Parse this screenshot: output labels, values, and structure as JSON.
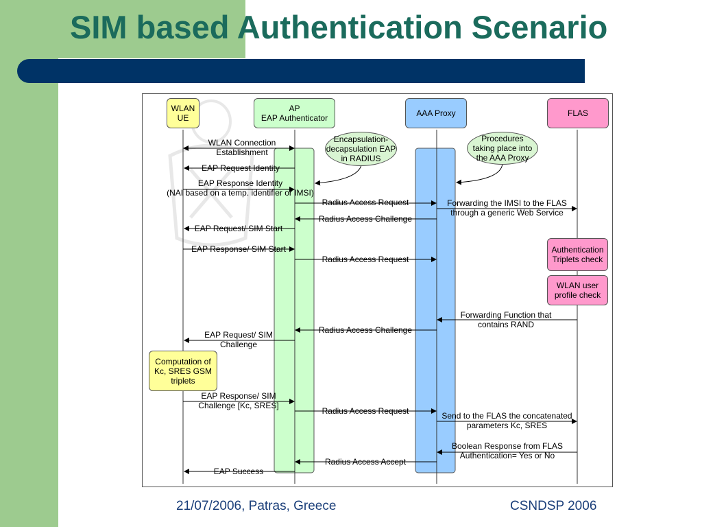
{
  "slide": {
    "title": "SIM based Authentication Scenario",
    "footer_left": "21/07/2006, Patras, Greece",
    "footer_right": "CSNDSP 2006"
  },
  "colors": {
    "accent_green": "#9dcb8f",
    "title_bar": "#003366",
    "title_text": "#1b6b5c",
    "ue_box": "#ffff99",
    "ap_box": "#ccffcc",
    "aaa_box": "#99ccff",
    "flas_box": "#ff99cc"
  },
  "diagram": {
    "entities": {
      "ue": "WLAN\nUE",
      "ap": "AP\nEAP Authenticator",
      "aaa": "AAA Proxy",
      "flas": "FLAS"
    },
    "notes": {
      "encap": "Encapsulation-\ndecapsulation EAP\nin RADIUS",
      "procedures": "Procedures\ntaking place into\nthe AAA Proxy"
    },
    "side_boxes": {
      "auth_triplets": "Authentication\nTriplets check",
      "profile_check": "WLAN user\nprofile check",
      "computation": "Computation of\nKc, SRES GSM\ntriplets"
    },
    "messages": [
      "WLAN Connection\nEstablishment",
      "EAP Request Identity",
      "EAP Response Identity\n(NAI based on a temp. identifier or IMSI)",
      "Radius Access Request",
      "Forwarding the IMSI to the FLAS\nthrough a generic Web Service",
      "Radius Access Challenge",
      "EAP Request/ SIM Start",
      "EAP Response/ SIM Start",
      "Radius Access Request",
      "Forwarding Function that\ncontains RAND",
      "Radius Access Challenge",
      "EAP Request/ SIM\nChallenge",
      "EAP Response/ SIM\nChallenge [Kc, SRES]",
      "Radius Access Request",
      "Send to the FLAS the concatenated\nparameters Kc, SRES",
      "Boolean Response from FLAS\nAuthentication= Yes or No",
      "Radius Access Accept",
      "EAP Success"
    ]
  }
}
